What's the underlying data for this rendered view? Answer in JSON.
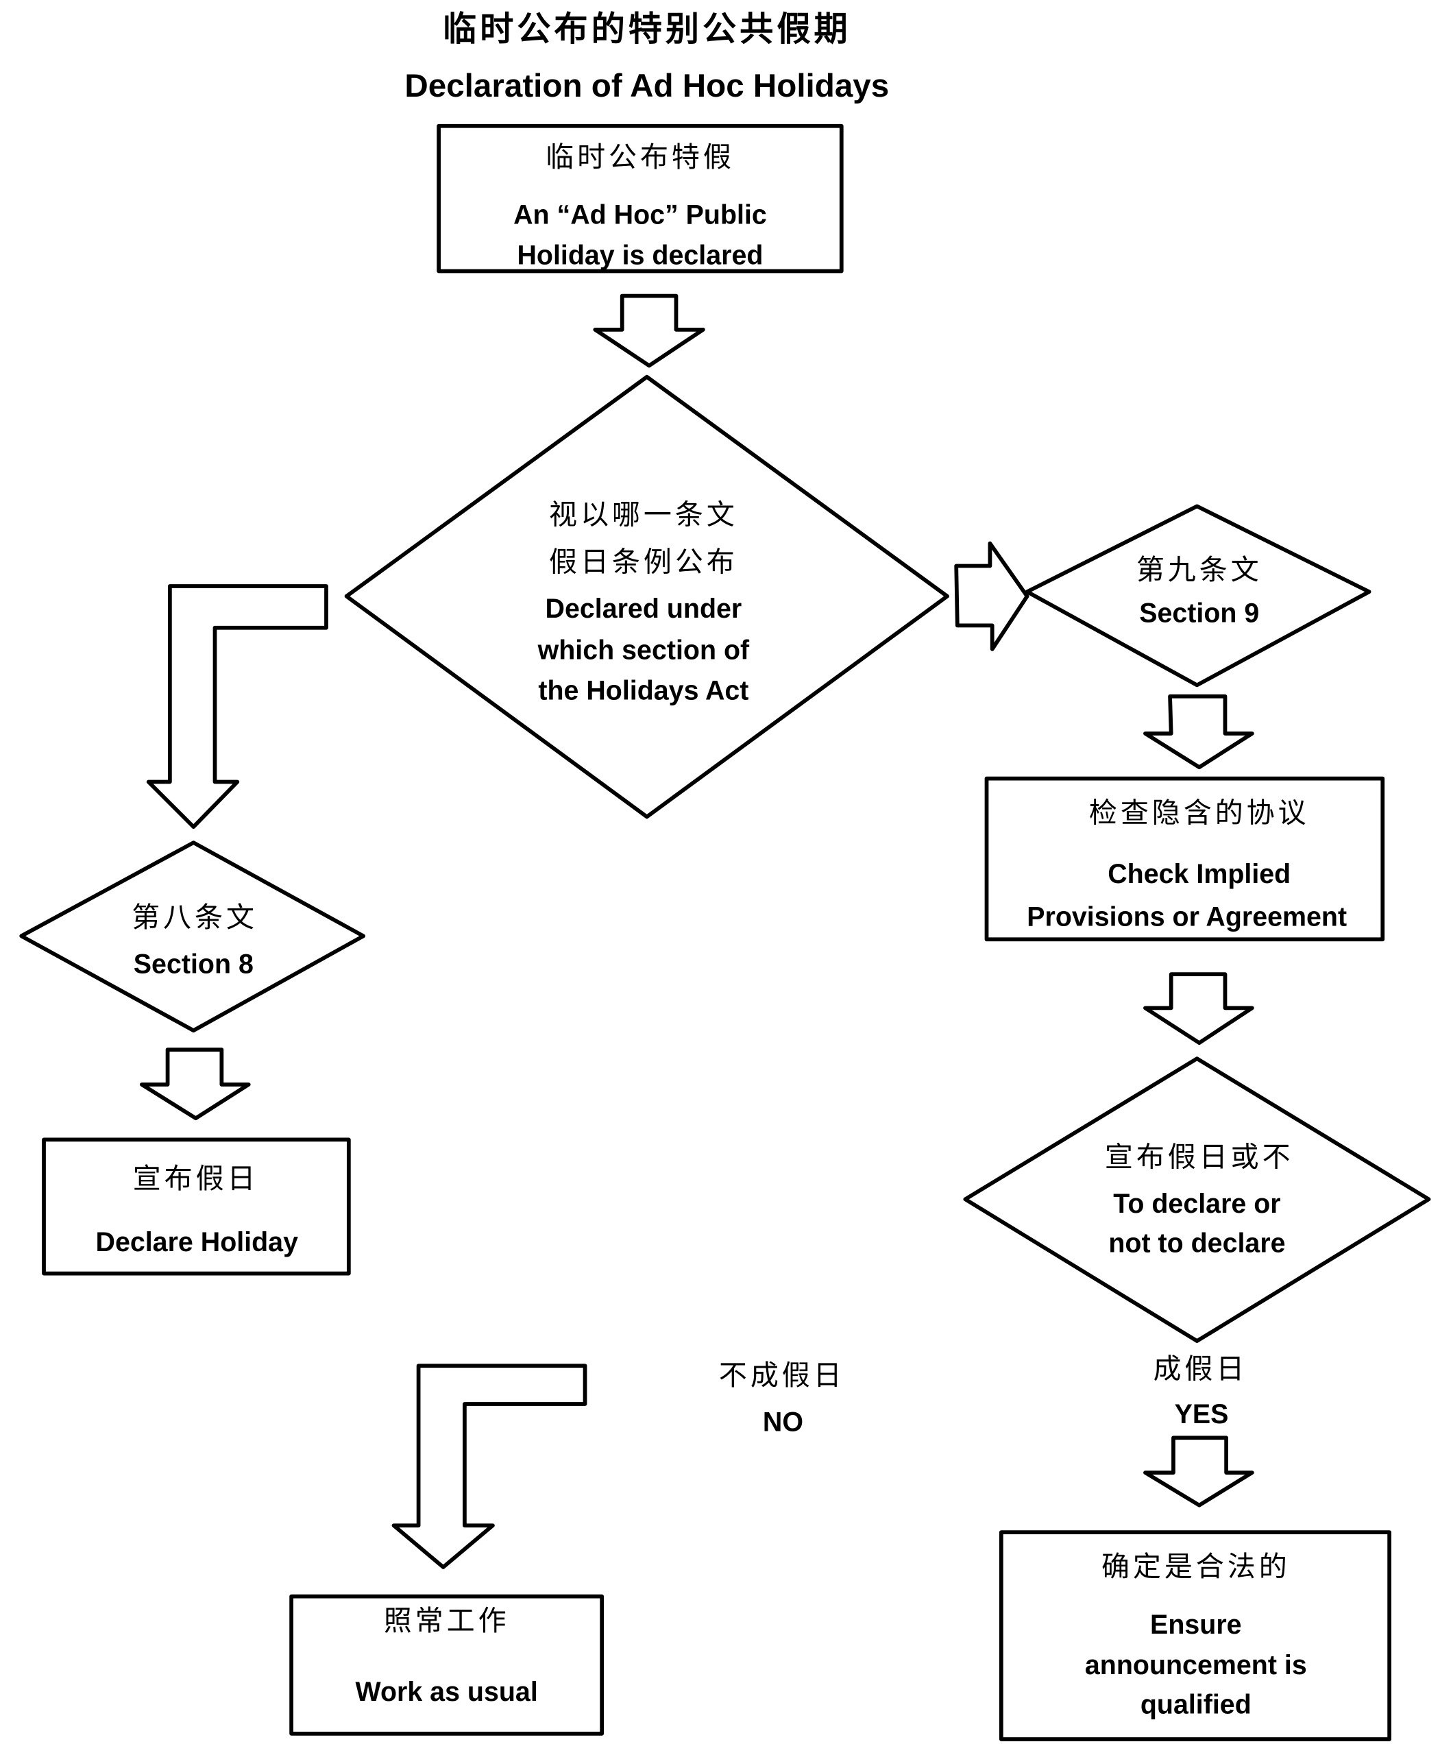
{
  "title": {
    "zh": "临时公布的特别公共假期",
    "en": "Declaration of Ad Hoc Holidays"
  },
  "nodes": {
    "start": {
      "zh": "临时公布特假",
      "en": [
        "An “Ad Hoc” Public",
        "Holiday is declared"
      ]
    },
    "which_section": {
      "zh": [
        "视以哪一条文",
        "假日条例公布"
      ],
      "en": [
        "Declared under",
        "which section of",
        "the Holidays Act"
      ]
    },
    "section9": {
      "zh": "第九条文",
      "en": "Section 9"
    },
    "check_implied": {
      "zh": "检查隐含的协议",
      "en": [
        "Check Implied",
        "Provisions or Agreement"
      ]
    },
    "section8": {
      "zh": "第八条文",
      "en": "Section 8"
    },
    "declare_holiday": {
      "zh": "宣布假日",
      "en": "Declare Holiday"
    },
    "to_declare": {
      "zh": "宣布假日或不",
      "en": [
        "To declare or",
        "not to declare"
      ]
    },
    "work_as_usual": {
      "zh": "照常工作",
      "en": "Work as usual"
    },
    "ensure_qualified": {
      "zh": "确定是合法的",
      "en": [
        "Ensure",
        "announcement is",
        "qualified"
      ]
    }
  },
  "edge_labels": {
    "no": {
      "zh": "不成假日",
      "en": "NO"
    },
    "yes": {
      "zh": "成假日",
      "en": "YES"
    }
  }
}
